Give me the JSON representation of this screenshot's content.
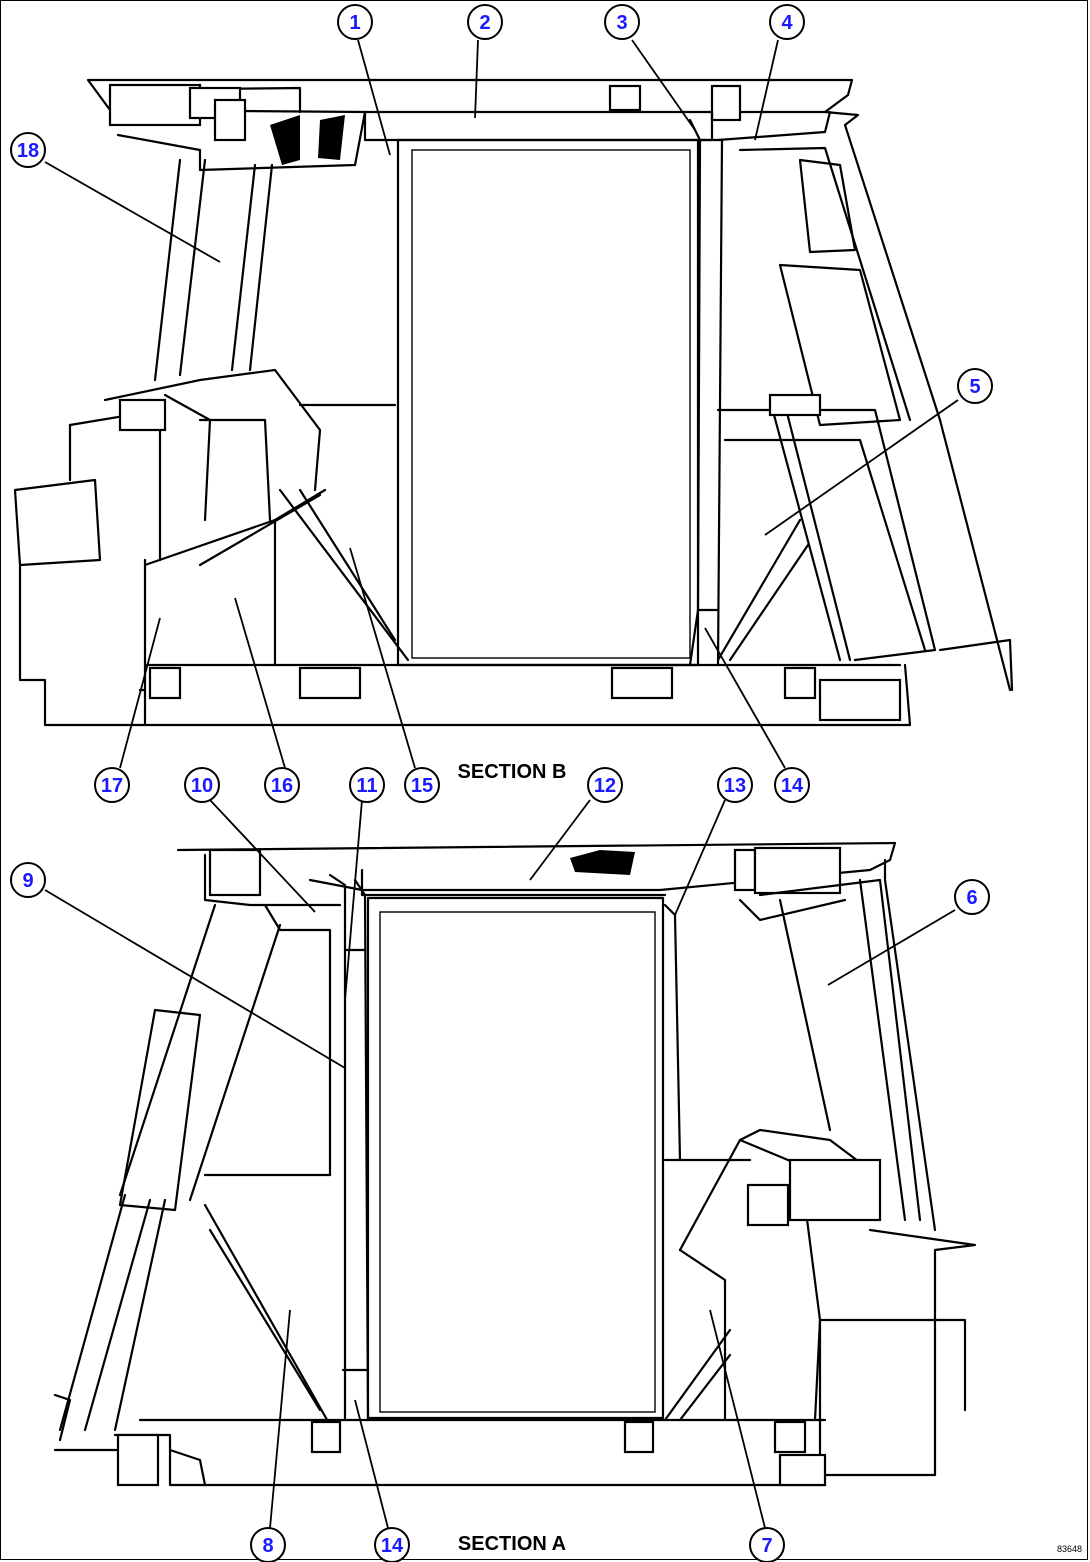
{
  "sections": {
    "b": {
      "label": "SECTION B"
    },
    "a": {
      "label": "SECTION A"
    }
  },
  "callouts": {
    "c1": "1",
    "c2": "2",
    "c3": "3",
    "c4": "4",
    "c5": "5",
    "c6": "6",
    "c7": "7",
    "c8": "8",
    "c9": "9",
    "c10": "10",
    "c11": "11",
    "c12": "12",
    "c13": "13",
    "c14a": "14",
    "c14b": "14",
    "c15": "15",
    "c16": "16",
    "c17": "17",
    "c18": "18"
  },
  "drawing_code": "83648",
  "colors": {
    "callout_number": "#1a1aff",
    "line": "#000000"
  }
}
